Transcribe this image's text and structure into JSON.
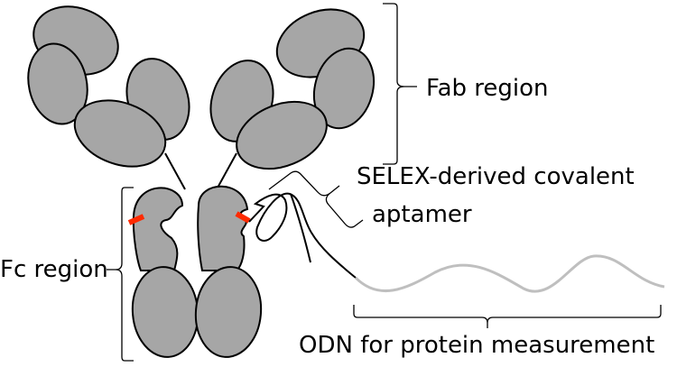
{
  "labels": {
    "fab": "Fab region",
    "fc": "Fc region",
    "aptamer_line1": "SELEX-derived covalent",
    "aptamer_line2": "aptamer",
    "odn": "ODN for protein measurement"
  },
  "colors": {
    "domain_fill": "#a6a6a6",
    "outline": "#000000",
    "covalent_bond": "#ff2a00",
    "odn_strand": "#bfbfbf"
  }
}
